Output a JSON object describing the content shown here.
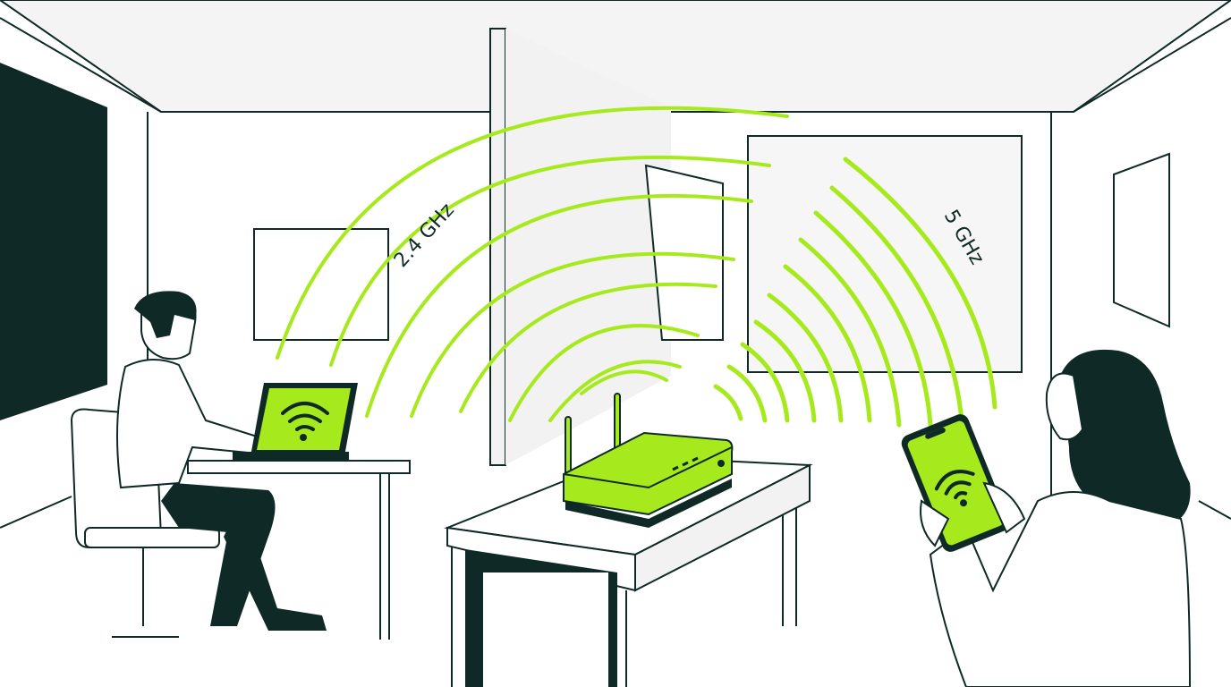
{
  "scene": {
    "title": "Wi-Fi dual band illustration",
    "colors": {
      "accent": "#a6ea1e",
      "accent_stroke": "#8fdc10",
      "ink": "#0f2a26",
      "wall": "#f2f2f2",
      "white": "#ffffff"
    }
  },
  "bands": {
    "left_label": "2.4 GHz",
    "right_label": "5 GHz"
  },
  "devices": {
    "router": "router",
    "laptop": "laptop with wifi icon",
    "phone": "smartphone with wifi icon"
  }
}
